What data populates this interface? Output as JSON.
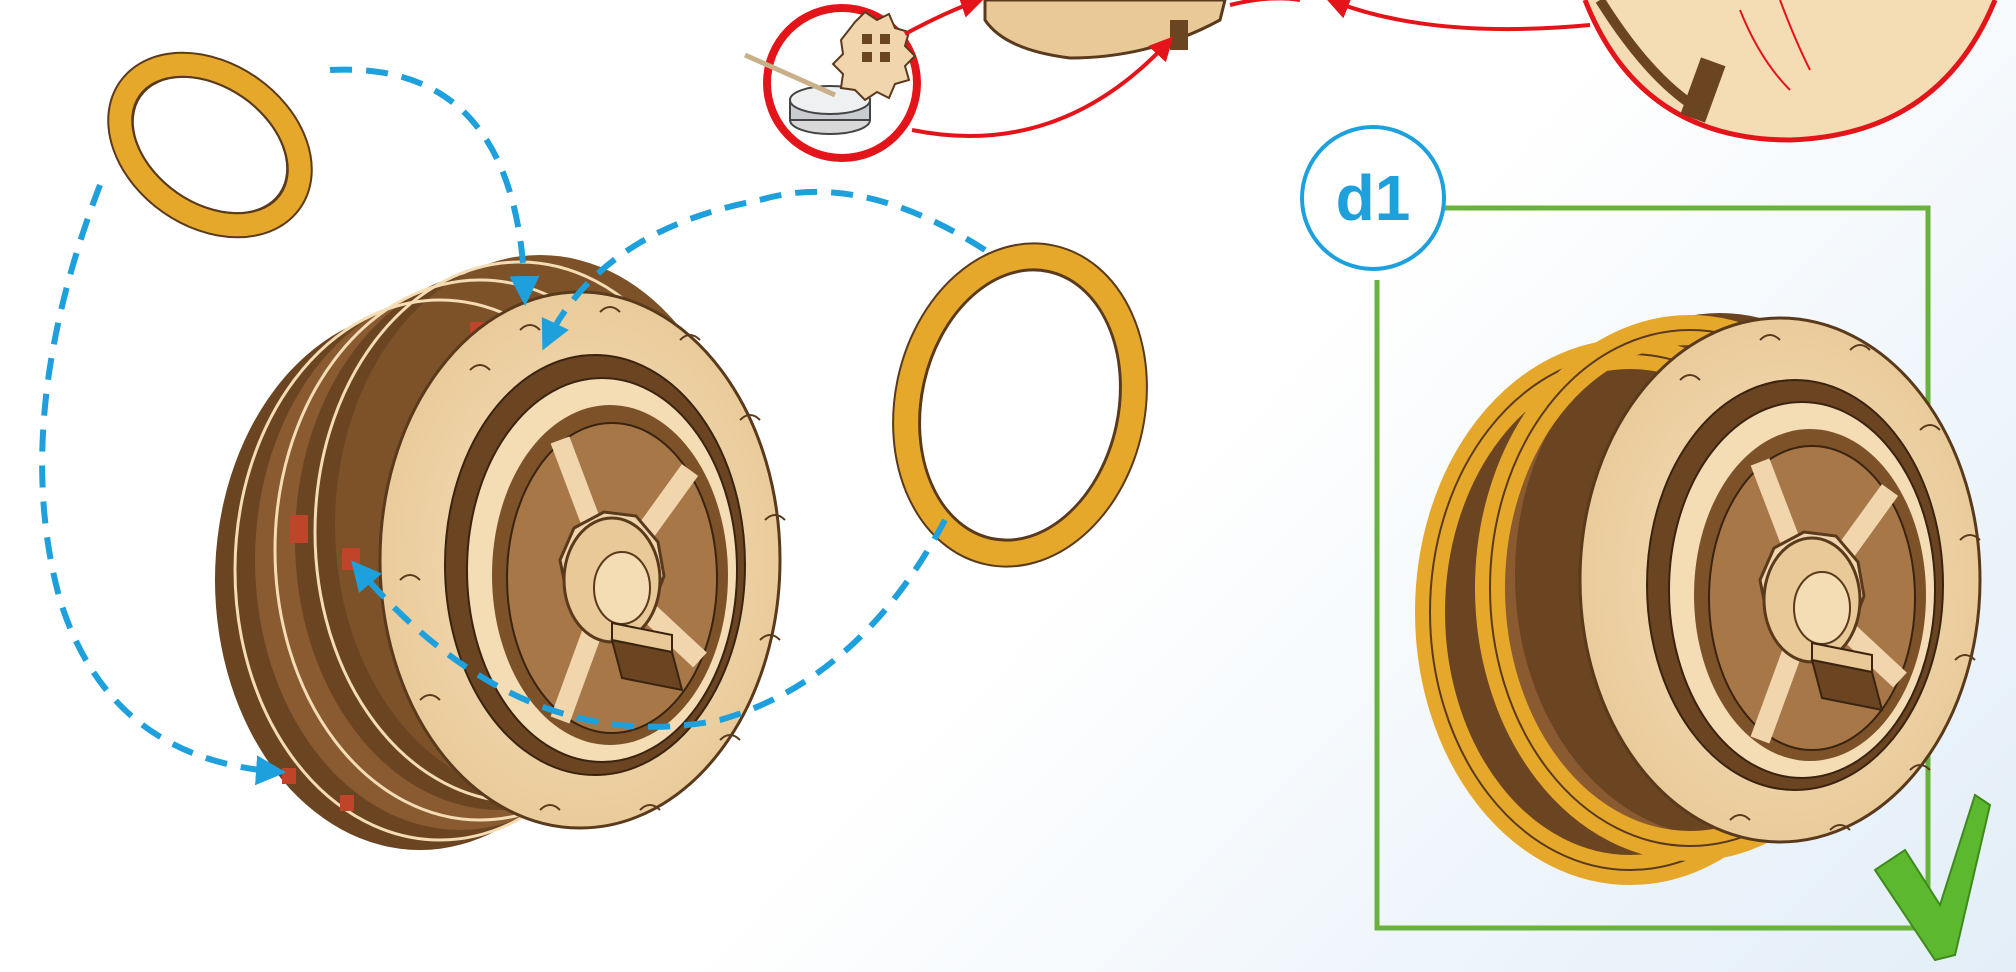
{
  "step": {
    "label": "d1"
  },
  "colors": {
    "guide_arrow": "#1ea0dc",
    "detail_callout": "#e3151a",
    "band": "#e6a82a",
    "wood_light": "#f4dcb5",
    "wood_dark": "#6b4422",
    "result_frame": "#69b33c",
    "check_mark": "#5cb82e"
  },
  "icons": [
    "rubber-band",
    "wooden-wheel",
    "glue-pot",
    "gear",
    "check-mark"
  ]
}
